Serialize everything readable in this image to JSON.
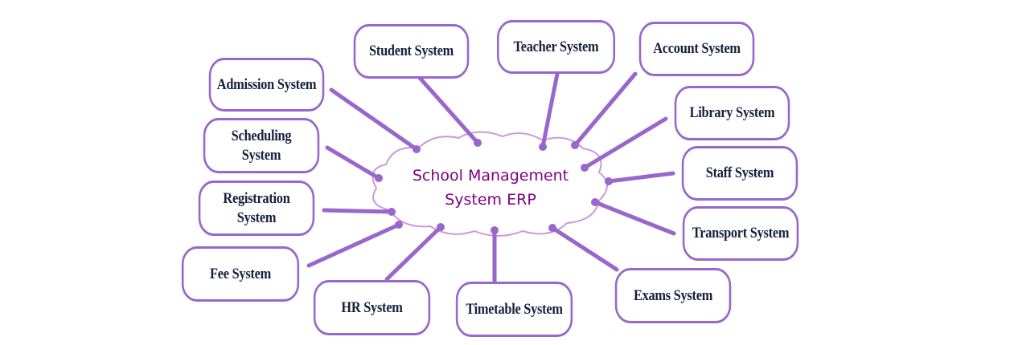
{
  "center": {
    "label": "School Management\nSystem ERP"
  },
  "colors": {
    "border": "#9966cc",
    "connector": "#9966cc",
    "cloud_outline": "#cc99dd",
    "node_text": "#14213d",
    "center_text": "#800080"
  },
  "nodes": [
    {
      "id": "admission",
      "label": "Admission System"
    },
    {
      "id": "student",
      "label": "Student System"
    },
    {
      "id": "teacher",
      "label": "Teacher System"
    },
    {
      "id": "account",
      "label": "Account System"
    },
    {
      "id": "library",
      "label": "Library System"
    },
    {
      "id": "scheduling",
      "label": "Scheduling\nSystem"
    },
    {
      "id": "staff",
      "label": "Staff System"
    },
    {
      "id": "registration",
      "label": "Registration\nSystem"
    },
    {
      "id": "transport",
      "label": "Transport System"
    },
    {
      "id": "fee",
      "label": "Fee System"
    },
    {
      "id": "hr",
      "label": "HR System"
    },
    {
      "id": "timetable",
      "label": "Timetable System"
    },
    {
      "id": "exams",
      "label": "Exams System"
    }
  ]
}
